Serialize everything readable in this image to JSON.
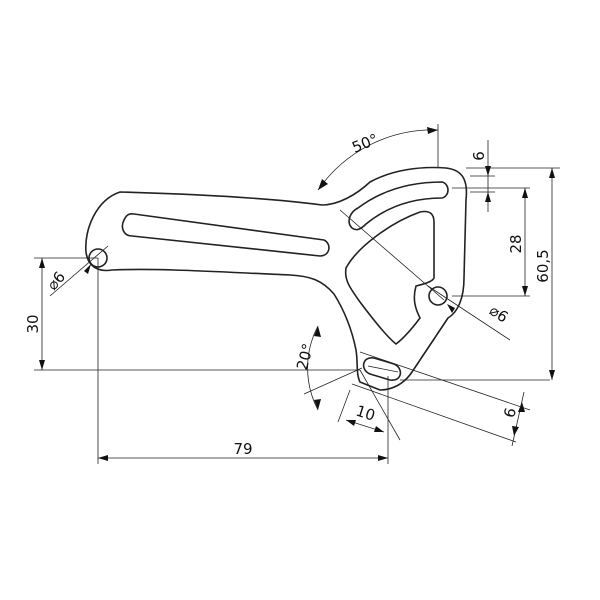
{
  "dimensions": {
    "angle_top": "50°",
    "slot_width_top": "6",
    "vertical_28": "28",
    "vertical_60_5": "60,5",
    "hole_left": "⌀6",
    "hole_right": "⌀6",
    "vertical_30": "30",
    "angle_bottom": "20°",
    "slot_length": "10",
    "slot_width_bottom": "6",
    "horizontal_79": "79"
  }
}
